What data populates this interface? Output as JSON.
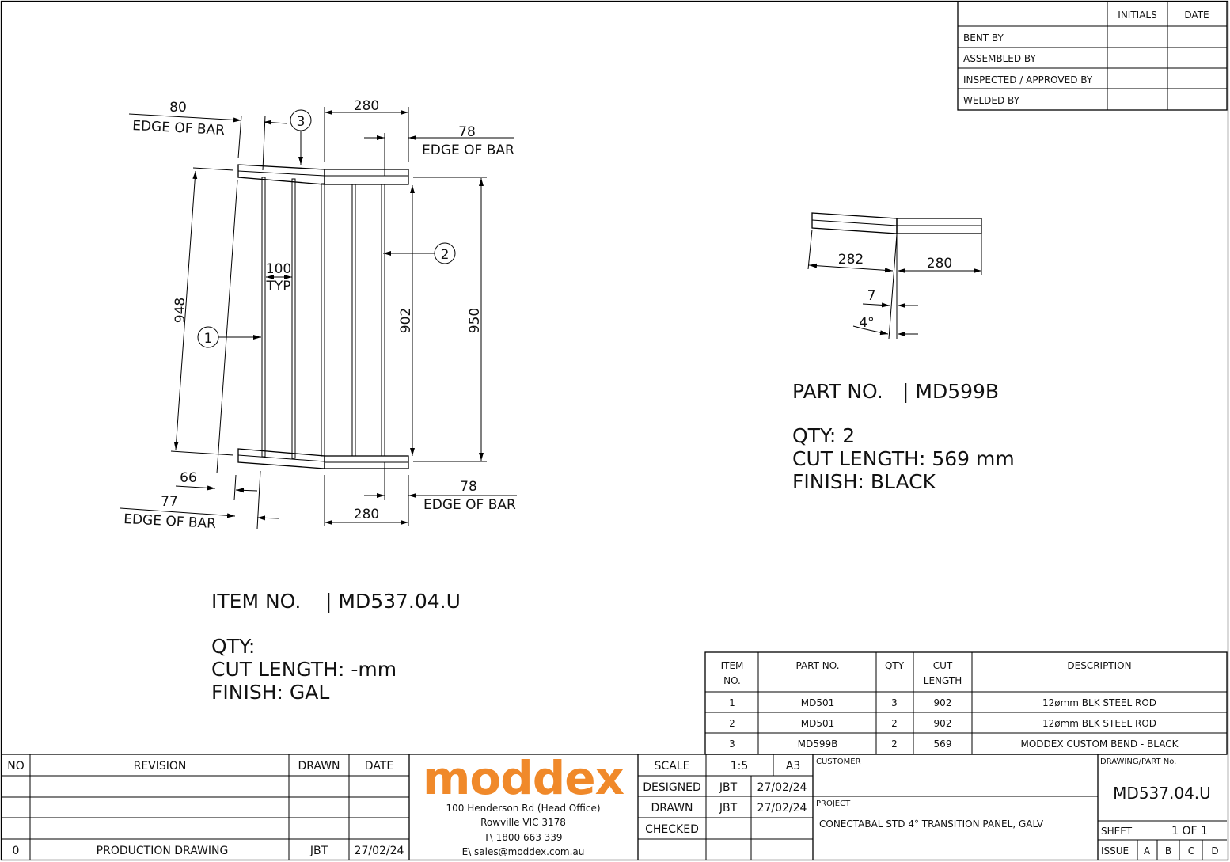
{
  "signoff": {
    "headers": [
      "INITIALS",
      "DATE"
    ],
    "rows": [
      "BENT BY",
      "ASSEMBLED BY",
      "INSPECTED / APPROVED BY",
      "WELDED BY"
    ]
  },
  "main_view": {
    "dims": {
      "top_left": "80",
      "top_left_note": "EDGE OF BAR",
      "top_width": "280",
      "top_right": "78",
      "top_right_note": "EDGE OF BAR",
      "left_height": "948",
      "inner_height": "902",
      "outer_height": "950",
      "spacing": "100",
      "spacing_note": "TYP",
      "bottom_left_a": "66",
      "bottom_left_b": "77",
      "bottom_left_note": "EDGE OF BAR",
      "bottom_width": "280",
      "bottom_right": "78",
      "bottom_right_note": "EDGE OF BAR"
    },
    "balloons": [
      "1",
      "2",
      "3"
    ]
  },
  "detail_view": {
    "dims": {
      "left": "282",
      "right": "280",
      "offset": "7",
      "angle": "4°"
    },
    "part_no_label": "PART NO.",
    "part_no": "| MD599B",
    "qty": "QTY: 2",
    "cut_length": "CUT LENGTH: 569 mm",
    "finish": "FINISH: BLACK"
  },
  "item_info": {
    "item_no_label": "ITEM NO.",
    "item_no": "| MD537.04.U",
    "qty": "QTY:",
    "cut_length": "CUT LENGTH: -mm",
    "finish": "FINISH: GAL"
  },
  "parts_table": {
    "headers": [
      "ITEM",
      "NO.",
      "PART NO.",
      "QTY",
      "CUT",
      "LENGTH",
      "DESCRIPTION"
    ],
    "rows": [
      {
        "item": "1",
        "part": "MD501",
        "qty": "3",
        "length": "902",
        "desc": "12ømm BLK STEEL ROD"
      },
      {
        "item": "2",
        "part": "MD501",
        "qty": "2",
        "length": "902",
        "desc": "12ømm BLK STEEL ROD"
      },
      {
        "item": "3",
        "part": "MD599B",
        "qty": "2",
        "length": "569",
        "desc": "MODDEX CUSTOM BEND - BLACK"
      }
    ]
  },
  "revisions": {
    "headers": [
      "NO",
      "REVISION",
      "DRAWN",
      "DATE"
    ],
    "rows": [
      {
        "no": "0",
        "revision": "PRODUCTION DRAWING",
        "drawn": "JBT",
        "date": "27/02/24"
      }
    ]
  },
  "company": {
    "logo": "moddex",
    "address1": "100 Henderson Rd (Head Office)",
    "address2": "Rowville VIC 3178",
    "phone": "T\\ 1800 663 339",
    "email": "E\\ sales@moddex.com.au",
    "brand_color": "#f0892a"
  },
  "title_block": {
    "scale_label": "SCALE",
    "scale": "1:5",
    "size": "A3",
    "designed_label": "DESIGNED",
    "designed_by": "JBT",
    "designed_date": "27/02/24",
    "drawn_label": "DRAWN",
    "drawn_by": "JBT",
    "drawn_date": "27/02/24",
    "checked_label": "CHECKED",
    "customer_label": "CUSTOMER",
    "project_label": "PROJECT",
    "project": "CONECTABAL STD 4° TRANSITION PANEL, GALV",
    "drawing_no_label": "DRAWING/PART No.",
    "drawing_no": "MD537.04.U",
    "sheet_label": "SHEET",
    "sheet": "1 OF 1",
    "issue_label": "ISSUE",
    "issues": [
      "A",
      "B",
      "C",
      "D"
    ]
  }
}
